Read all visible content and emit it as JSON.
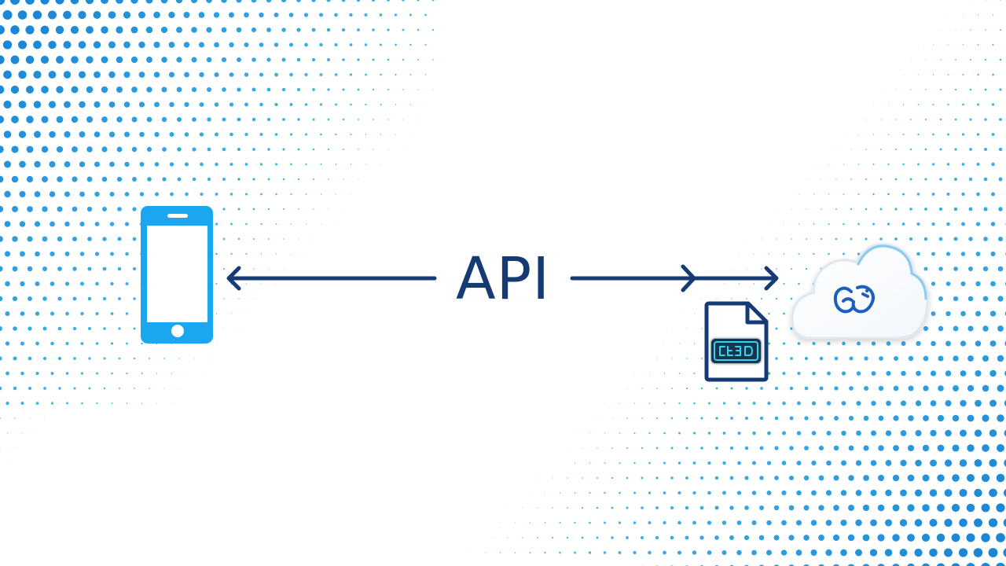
{
  "diagram": {
    "connector_label": "API",
    "nodes": [
      {
        "id": "mobile-device",
        "icon": "smartphone-icon"
      },
      {
        "id": "cloud-service",
        "icon": "cloud-icon",
        "badge_icon": "interlinked-logo-icon"
      },
      {
        "id": "data-file",
        "icon": "file-icon",
        "badge_icon": "code-chip-icon"
      }
    ],
    "edges": [
      {
        "from": "api",
        "to": "mobile-device",
        "direction": "left"
      },
      {
        "from": "api",
        "to": "cloud-service",
        "direction": "right"
      }
    ]
  },
  "colors": {
    "phone": "#1aa7f0",
    "arrow": "#153a74",
    "label": "#153a74",
    "file_outline": "#153a74",
    "chip_glow": "#30d5ea",
    "cloud_edge": "#cfe3f3",
    "cloud_glow": "#7ec3ea",
    "logo": "#1d5fbd",
    "dots_light": "#4fc6ef",
    "dots_dark": "#1a86d6"
  }
}
